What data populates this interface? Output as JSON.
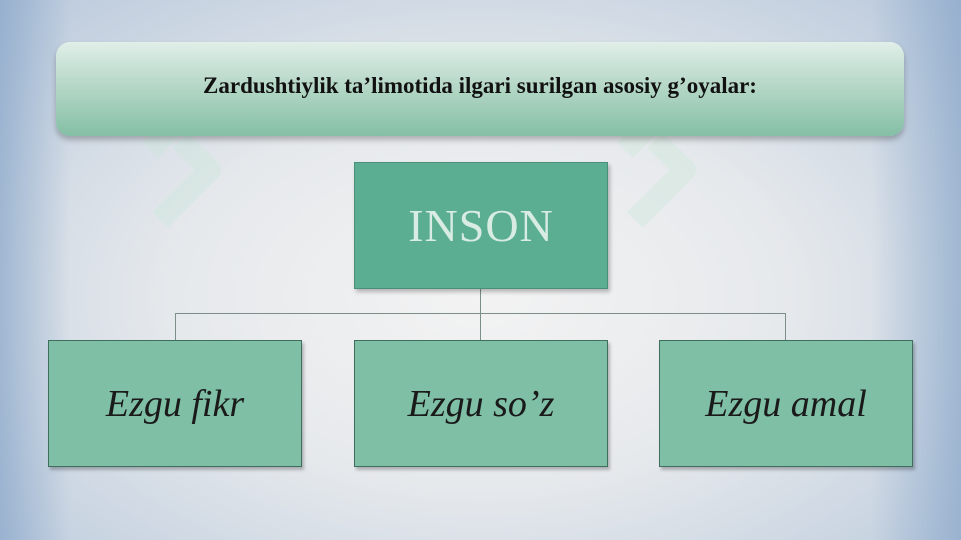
{
  "title": "Zardushtiylik ta’limotida ilgari surilgan asosiy g’oyalar:",
  "root": {
    "label": "INSON"
  },
  "children": [
    {
      "label": "Ezgu fikr"
    },
    {
      "label": "Ezgu so’z"
    },
    {
      "label": "Ezgu amal"
    }
  ],
  "colors": {
    "banner": "#9ccdb7",
    "root_box": "#5bae92",
    "child_box": "#7fbfa6",
    "connector": "#7b8f88"
  }
}
